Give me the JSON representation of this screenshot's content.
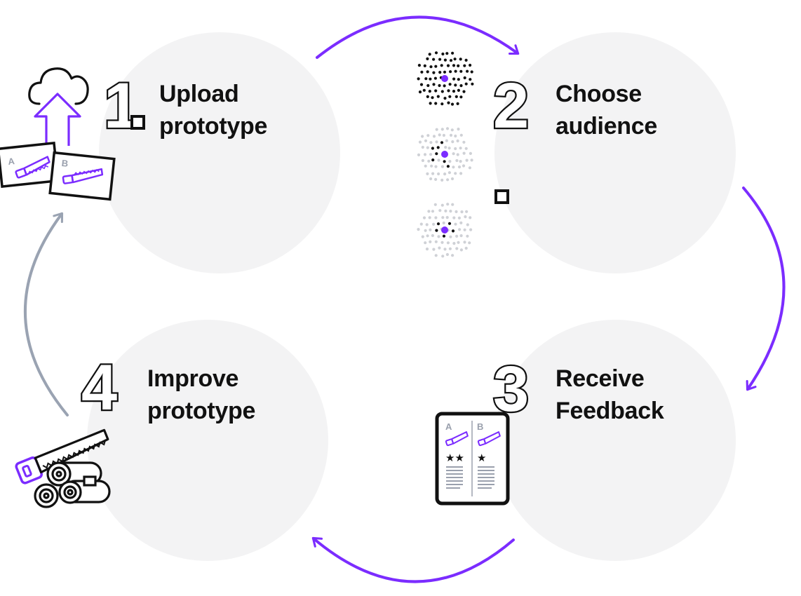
{
  "steps": [
    {
      "number": "1",
      "line1": "Upload",
      "line2": "prototype"
    },
    {
      "number": "2",
      "line1": "Choose",
      "line2": "audience"
    },
    {
      "number": "3",
      "line1": "Receive",
      "line2": "Feedback"
    },
    {
      "number": "4",
      "line1": "Improve",
      "line2": "prototype"
    }
  ],
  "cards": {
    "a": "A",
    "b": "B"
  },
  "tablet": {
    "col_a": "A",
    "col_b": "B",
    "stars_a": "★★",
    "stars_b": "★"
  },
  "colors": {
    "accent": "#7b2cff",
    "circle": "#f3f3f4",
    "ink": "#111111",
    "return_arrow": "#9aa3b2"
  }
}
